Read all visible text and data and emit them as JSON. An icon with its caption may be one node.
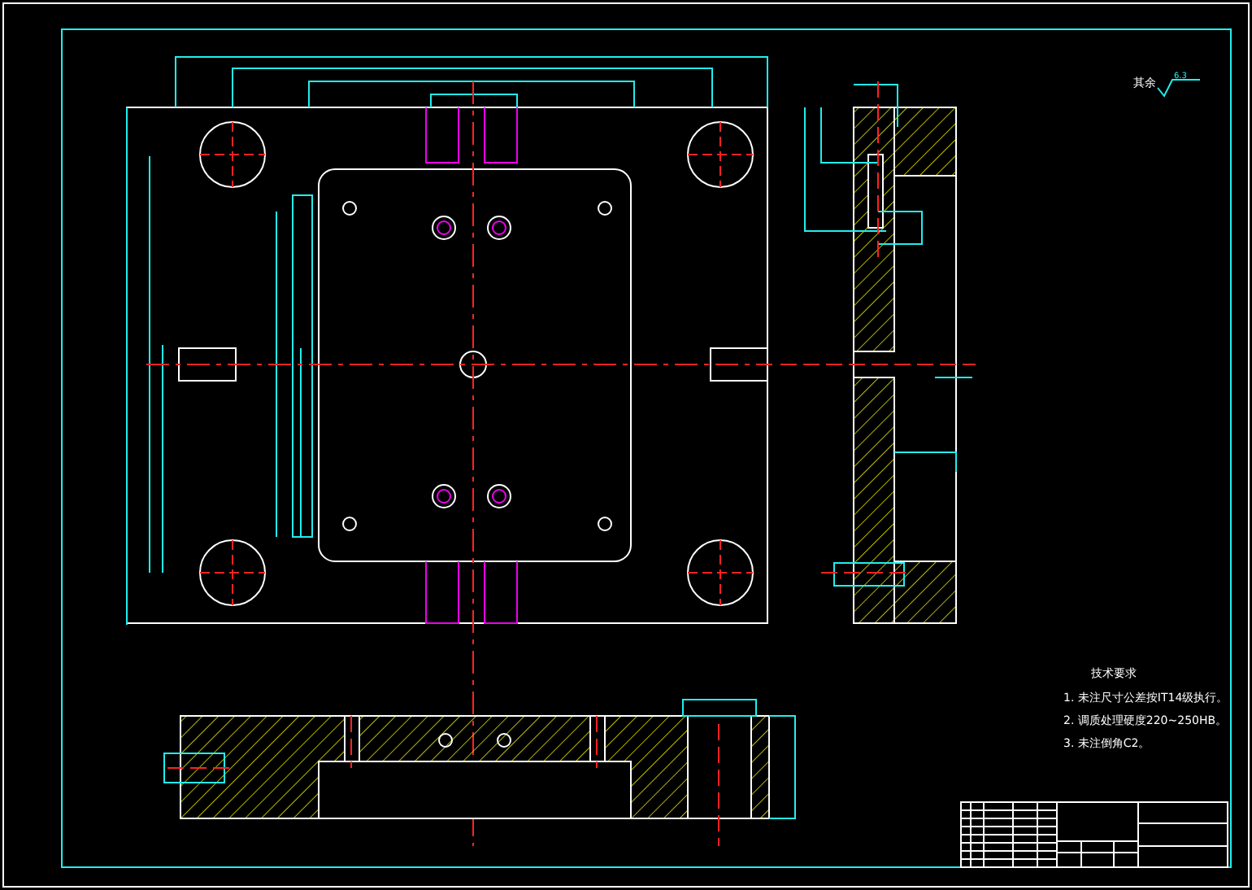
{
  "diagram": {
    "labels": [
      "其余",
      "6.3",
      "技术要求",
      "1. 未注尺寸公差按IT14级执行。",
      "2. 调质处理硬度220~250HB。",
      "3. 未注倒角C2。"
    ]
  }
}
